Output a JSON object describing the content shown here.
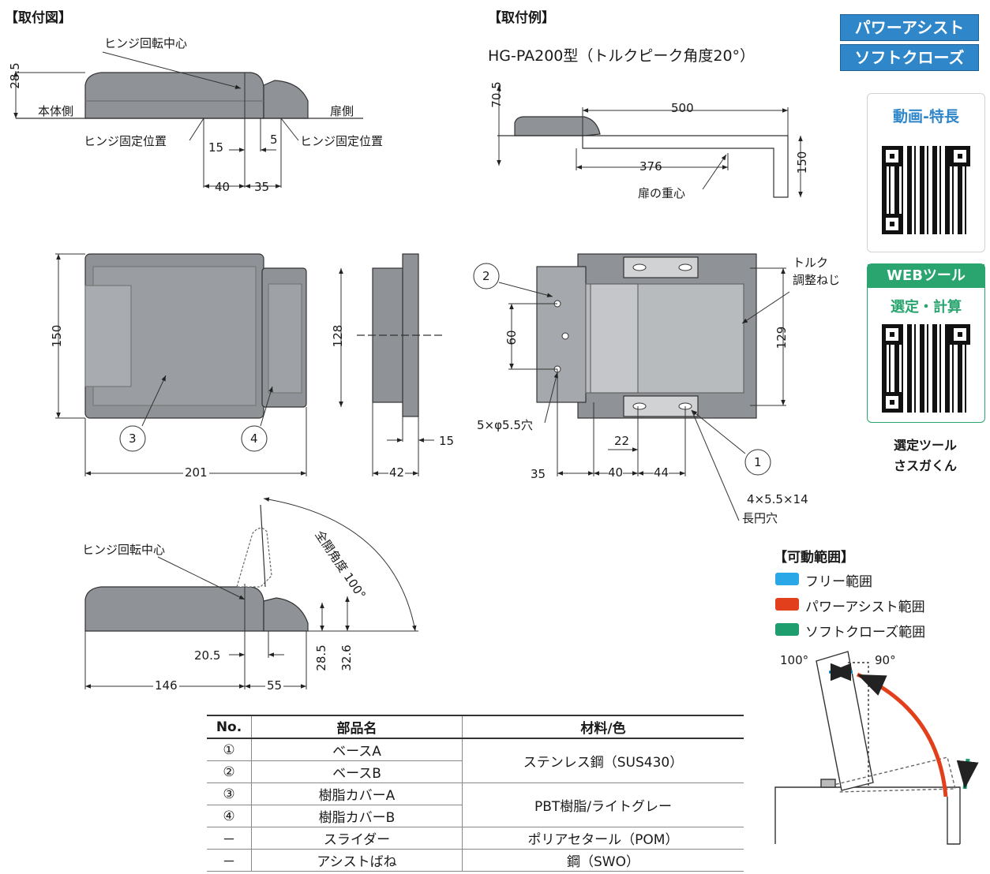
{
  "headers": {
    "mounting_drawing": "【取付図】",
    "mounting_example": "【取付例】",
    "motion_range": "【可動範囲】"
  },
  "badges": {
    "power_assist": "パワーアシスト",
    "soft_close": "ソフトクローズ"
  },
  "model_caption": "HG-PA200型（トルクピーク角度20°）",
  "top_view": {
    "hinge_center": "ヒンジ回転中心",
    "body_side": "本体側",
    "door_side": "扉側",
    "fix_pos_left": "ヒンジ固定位置",
    "fix_pos_right": "ヒンジ固定位置",
    "d_28_5": "28.5",
    "d_15": "15",
    "d_5": "5",
    "d_40": "40",
    "d_35": "35"
  },
  "example_view": {
    "d_70_5": "70.5",
    "d_500": "500",
    "d_376": "376",
    "d_150": "150",
    "door_cog": "扉の重心"
  },
  "front_view": {
    "d_150": "150",
    "d_128": "128",
    "d_201": "201",
    "callout_3": "3",
    "callout_4": "4",
    "d_42": "42",
    "d_15": "15"
  },
  "plan_view": {
    "callout_2": "2",
    "callout_1": "1",
    "torque_label_1": "トルク",
    "torque_label_2": "調整ねじ",
    "d_60": "60",
    "d_129": "129",
    "hole": "5×φ5.5穴",
    "d_22": "22",
    "d_35": "35",
    "d_40": "40",
    "d_44": "44",
    "slot_1": "4×5.5×14",
    "slot_2": "長円穴"
  },
  "open_view": {
    "hinge_center": "ヒンジ回転中心",
    "full_open": "全開角度 100°",
    "d_20_5": "20.5",
    "d_28_5": "28.5",
    "d_32_6": "32.6",
    "d_146": "146",
    "d_55": "55"
  },
  "cards": [
    {
      "title": "動画-特長"
    },
    {
      "tag": "WEBツール",
      "title": "選定・計算"
    }
  ],
  "tool_caption": [
    "選定ツール",
    "さスガくん"
  ],
  "legend": [
    {
      "label": "フリー範囲",
      "color": "#29a7e6"
    },
    {
      "label": "パワーアシスト範囲",
      "color": "#e2401c"
    },
    {
      "label": "ソフトクローズ範囲",
      "color": "#1e9e6e"
    }
  ],
  "range_fig": {
    "a100": "100°",
    "a90": "90°"
  },
  "table": {
    "headers": [
      "No.",
      "部品名",
      "材料/色"
    ],
    "rows": [
      {
        "no": "①",
        "name": "ベースA",
        "material": "ステンレス鋼（SUS430）"
      },
      {
        "no": "②",
        "name": "ベースB",
        "material": ""
      },
      {
        "no": "③",
        "name": "樹脂カバーA",
        "material": "PBT樹脂/ライトグレー"
      },
      {
        "no": "④",
        "name": "樹脂カバーB",
        "material": ""
      },
      {
        "no": "－",
        "name": "スライダー",
        "material": "ポリアセタール（POM）"
      },
      {
        "no": "－",
        "name": "アシストばね",
        "material": "鋼（SWO）"
      }
    ]
  }
}
